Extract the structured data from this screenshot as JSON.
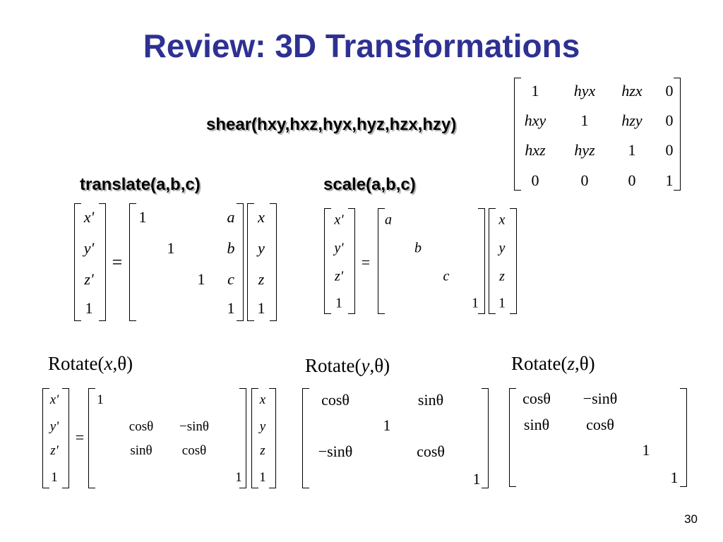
{
  "slide": {
    "title": "Review: 3D Transformations",
    "page_number": "30"
  },
  "shear": {
    "label": "shear(hxy,hxz,hyx,hyz,hzx,hzy)",
    "rows": [
      [
        "1",
        "hyx",
        "hzx",
        "0"
      ],
      [
        "hxy",
        "1",
        "hzy",
        "0"
      ],
      [
        "hxz",
        "hyz",
        "1",
        "0"
      ],
      [
        "0",
        "0",
        "0",
        "1"
      ]
    ]
  },
  "translate": {
    "label": "translate(a,b,c)",
    "lhs": [
      "x'",
      "y'",
      "z'",
      "1"
    ],
    "matrix": [
      [
        "1",
        "",
        "",
        "a"
      ],
      [
        "",
        "1",
        "",
        "b"
      ],
      [
        "",
        "",
        "1",
        "c"
      ],
      [
        "",
        "",
        "",
        "1"
      ]
    ],
    "rhs": [
      "x",
      "y",
      "z",
      "1"
    ],
    "equals": "="
  },
  "scale": {
    "label": "scale(a,b,c)",
    "lhs": [
      "x'",
      "y'",
      "z'",
      "1"
    ],
    "matrix": [
      [
        "a",
        "",
        "",
        ""
      ],
      [
        "",
        "b",
        "",
        ""
      ],
      [
        "",
        "",
        "c",
        ""
      ],
      [
        "",
        "",
        "",
        "1"
      ]
    ],
    "rhs": [
      "x",
      "y",
      "z",
      "1"
    ],
    "equals": "="
  },
  "rotate_x": {
    "label_prefix": "Rotate(",
    "axis": "x",
    "label_suffix": ",θ)",
    "lhs": [
      "x'",
      "y'",
      "z'",
      "1"
    ],
    "matrix": [
      [
        "1",
        "",
        "",
        ""
      ],
      [
        "",
        "cosθ",
        "−sinθ",
        ""
      ],
      [
        "",
        "sinθ",
        "cosθ",
        ""
      ],
      [
        "",
        "",
        "",
        "1"
      ]
    ],
    "rhs": [
      "x",
      "y",
      "z",
      "1"
    ],
    "equals": "="
  },
  "rotate_y": {
    "label_prefix": "Rotate(",
    "axis": "y",
    "label_suffix": ",θ)",
    "matrix": [
      [
        "cosθ",
        "",
        "sinθ",
        ""
      ],
      [
        "",
        "1",
        "",
        ""
      ],
      [
        "−sinθ",
        "",
        "cosθ",
        ""
      ],
      [
        "",
        "",
        "",
        "1"
      ]
    ]
  },
  "rotate_z": {
    "label_prefix": "Rotate(",
    "axis": "z",
    "label_suffix": ",θ)",
    "matrix": [
      [
        "cosθ",
        "−sinθ",
        "",
        ""
      ],
      [
        "sinθ",
        "cosθ",
        "",
        ""
      ],
      [
        "",
        "",
        "1",
        ""
      ],
      [
        "",
        "",
        "",
        "1"
      ]
    ]
  }
}
